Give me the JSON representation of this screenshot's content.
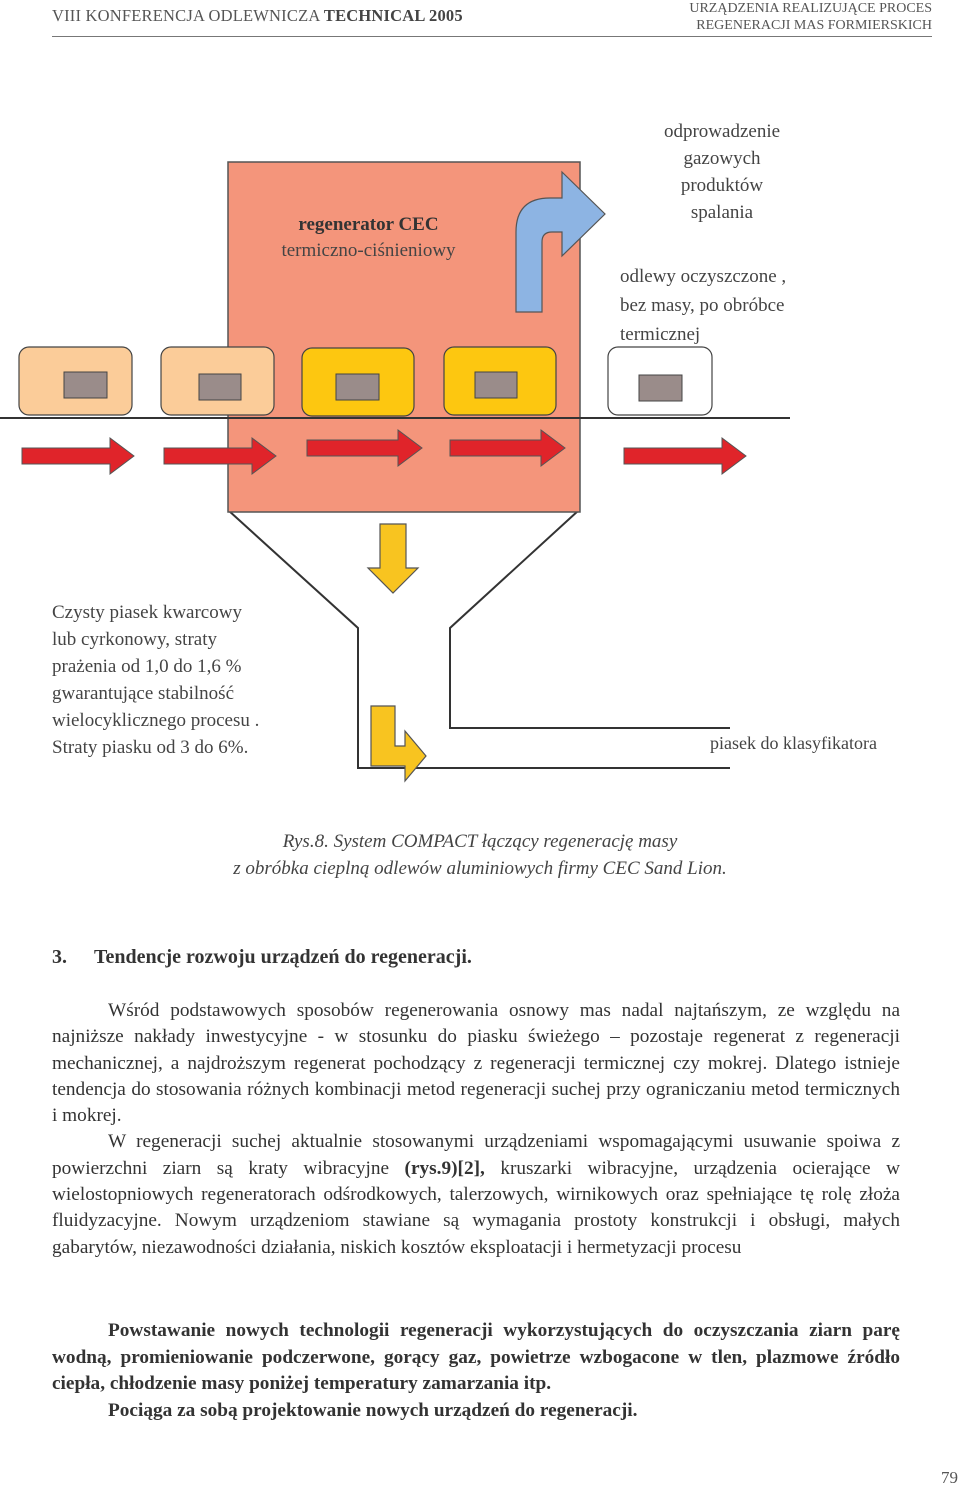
{
  "header": {
    "left_prefix": "VIII  KONFERENCJA ODLEWNICZA",
    "left_bold": "TECHNICAL 2005",
    "right_line1": "URZĄDZENIA REALIZUJĄCE PROCES",
    "right_line2": "REGENERACJI MAS FORMIERSKICH"
  },
  "diagram": {
    "regenerator_title": "regenerator CEC",
    "regenerator_subtitle": "termiczno-ciśnieniowy",
    "gas_outlet": [
      "odprowadzenie",
      "gazowych",
      "produktów",
      "spalania"
    ],
    "castings_out": [
      "odlewy  oczyszczone ,",
      "bez masy, po obróbce",
      "termicznej"
    ],
    "sand_note": [
      "Czysty piasek kwarcowy",
      "lub cyrkonowy, straty",
      "prażenia od 1,0 do 1,6 %",
      "gwarantujące stabilność",
      "wielocyklicznego procesu .",
      "Straty piasku od 3 do 6%."
    ],
    "sand_to_classifier": "piasek do klasyfikatora",
    "colors": {
      "chamber": "#f4957b",
      "chamber_border": "#555555",
      "box_tan": "#fbcc99",
      "box_yellow": "#fdc710",
      "box_white": "#ffffff",
      "insert_gray": "#9a8c8a",
      "arrow_red": "#e0242a",
      "arrow_blue": "#8db4e3",
      "arrow_yellow": "#f8c420"
    }
  },
  "caption": {
    "line1": "Rys.8. System COMPACT łączący regenerację masy",
    "line2": "z obróbka cieplną odlewów aluminiowych firmy CEC Sand Lion."
  },
  "section": {
    "number": "3.",
    "title": "Tendencje rozwoju urządzeń do regeneracji."
  },
  "body": {
    "p1": "Wśród podstawowych sposobów regenerowania osnowy mas nadal najtańszym, ze względu na najniższe nakłady inwestycyjne - w stosunku do piasku świeżego – pozostaje regenerat z regeneracji mechanicznej, a najdroższym regenerat pochodzący z regeneracji termicznej czy mokrej. Dlatego istnieje tendencja do stosowania różnych kombinacji metod regeneracji suchej przy ograniczaniu metod termicznych i mokrej.",
    "p2_start": "W regeneracji suchej aktualnie stosowanymi urządzeniami wspomagającymi usuwanie spoiwa z powierzchni ziarn są kraty wibracyjne ",
    "p2_ref": "(rys.9)[2],",
    "p2_end": " kruszarki wibracyjne, urządzenia ocierające w wielostopniowych regeneratorach odśrodkowych, talerzowych, wirnikowych oraz spełniające tę rolę złoża fluidyzacyjne. Nowym urządzeniom stawiane są wymagania prostoty konstrukcji i obsługi, małych gabarytów, niezawodności działania, niskich kosztów eksploatacji i hermetyzacji procesu",
    "bold_p1": "Powstawanie nowych technologii regeneracji wykorzystujących do oczyszczania ziarn parę wodną, promieniowanie podczerwone, gorący gaz, powietrze wzbogacone w tlen, plazmowe źródło ciepła, chłodzenie masy poniżej temperatury zamarzania itp.",
    "bold_p2": "Pociąga za sobą projektowanie nowych urządzeń do regeneracji."
  },
  "page_number": "79"
}
